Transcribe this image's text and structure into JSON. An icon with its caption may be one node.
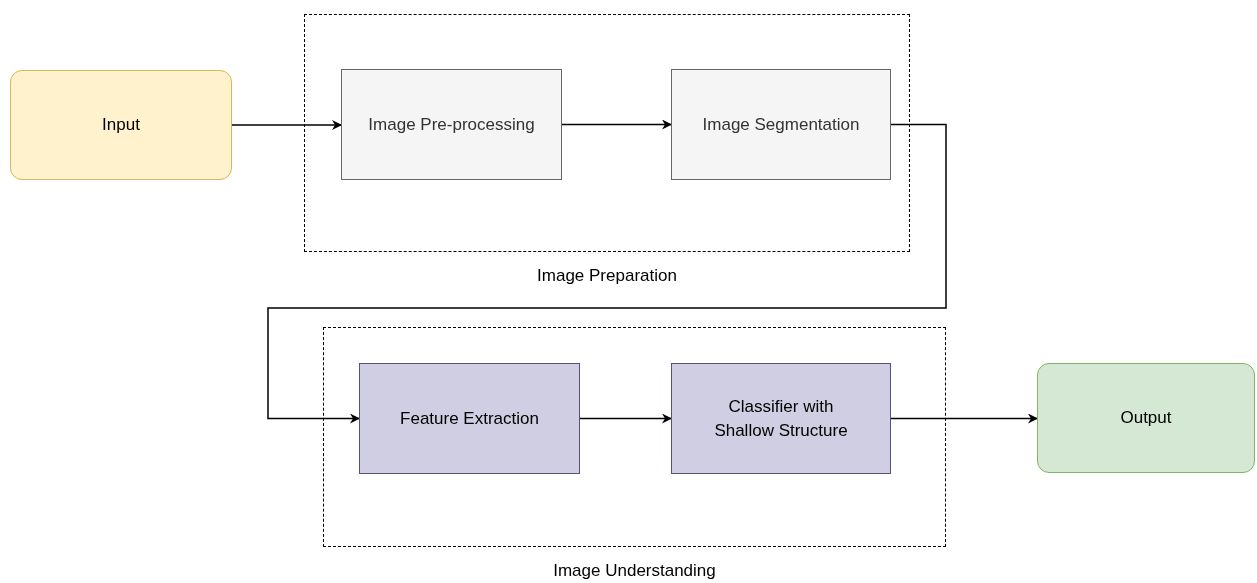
{
  "diagram": {
    "nodes": [
      {
        "text": [
          "Input"
        ]
      },
      {
        "text": [
          "Image Preparation"
        ]
      },
      {
        "text": [
          "Image Pre-processing"
        ],
        "in": 1
      },
      {
        "text": [
          "Image Segmentation"
        ],
        "in": 1
      },
      {
        "text": [
          "Image Understanding"
        ]
      },
      {
        "text": [
          "Feature Extraction"
        ],
        "in": 4
      },
      {
        "text": [
          "Classifier with Shallow Structure"
        ],
        "in": 4
      },
      {
        "text": [
          "Output"
        ]
      }
    ],
    "edges": [
      {
        "from": 0,
        "to": 2,
        "arrow": "to"
      },
      {
        "from": 2,
        "to": 3,
        "arrow": "to"
      },
      {
        "from": 3,
        "to": 5,
        "arrow": "to"
      },
      {
        "from": 5,
        "to": 6,
        "arrow": "to"
      },
      {
        "from": 6,
        "to": 7,
        "arrow": "to"
      }
    ]
  }
}
